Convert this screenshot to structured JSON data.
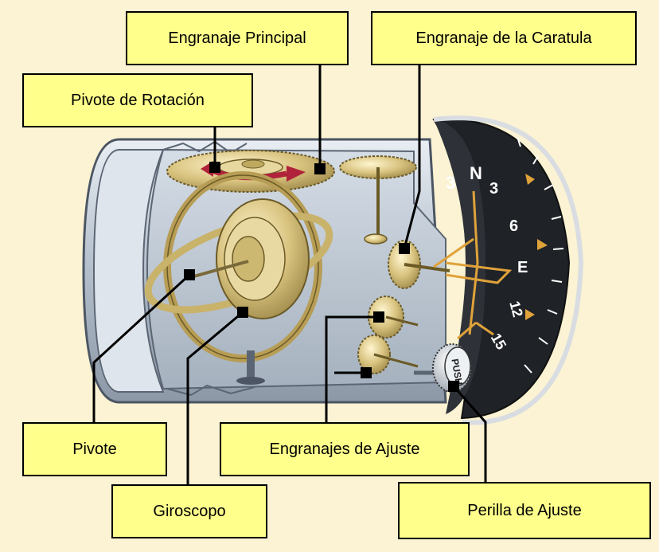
{
  "labels": {
    "main_gear": "Engranaje  Principal",
    "dial_gear": "Engranaje  de la Caratula",
    "rotation_pivot": "Pivote  de Rotación",
    "pivot": "Pivote",
    "gyroscope": "Giroscopo",
    "adjust_gears": "Engranajes de Ajuste",
    "adjust_knob": "Perilla de Ajuste"
  },
  "dial": {
    "markings": [
      "3",
      "N",
      "3",
      "6",
      "E",
      "12",
      "15"
    ],
    "knob_text": "PUSH"
  },
  "colors": {
    "background": "#fbf3d3",
    "callout_fill": "#ffff8c",
    "gold": "#c8b06a",
    "case": "#c9d2dc",
    "arrow": "#b0233b",
    "needle": "#e0a23a"
  }
}
